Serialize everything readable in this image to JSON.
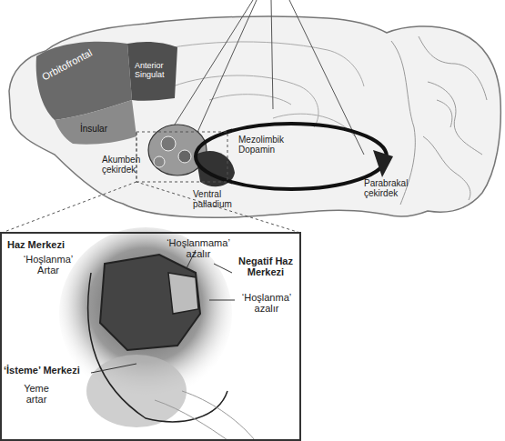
{
  "diagram": {
    "nodes": [
      {
        "text": [
          "Haz Merkezi",
          "‘Hoşlanma’ Artar",
          "‘Hoşlanmama’ azalır",
          "Negatif Haz Merkezi",
          "‘Hoşlanma’ azalır",
          "‘İsteme’ Merkezi",
          "Yeme artar"
        ]
      }
    ],
    "labels": [
      "Orbitofrontal",
      "Anterior Singulat",
      "İnsular",
      "Akumben çekirdek",
      "Ventral palladium",
      "Mezolimbik Dopamin",
      "Parabrakal çekirdek"
    ]
  }
}
